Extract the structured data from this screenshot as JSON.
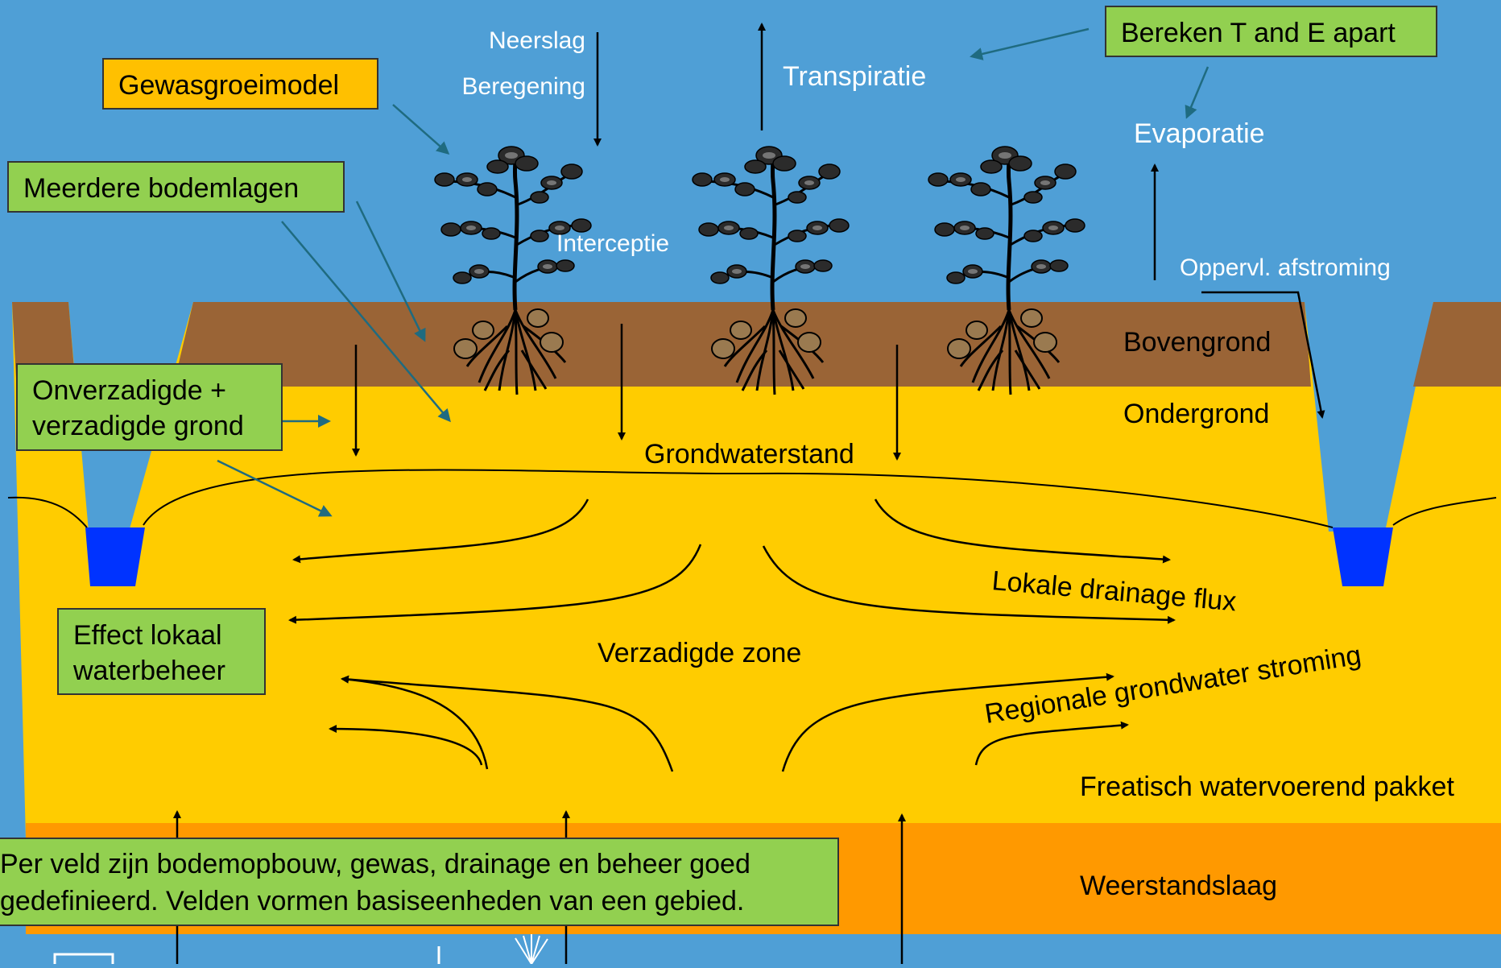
{
  "colors": {
    "sky": "#4f9fd6",
    "topsoil": "#9a6436",
    "subsoil": "#ffcc00",
    "resistance_layer": "#ff9900",
    "ditch_water": "#0000ff",
    "box_green": "#92d050",
    "box_orange": "#ffc000",
    "pointer_arrow": "#1f6b80"
  },
  "labels": {
    "neerslag": "Neerslag",
    "beregening": "Beregening",
    "transpiratie": "Transpiratie",
    "evaporatie": "Evaporatie",
    "interceptie": "Interceptie",
    "oppervl_afstroming": "Oppervl. afstroming",
    "bovengrond": "Bovengrond",
    "ondergrond": "Ondergrond",
    "grondwaterstand": "Grondwaterstand",
    "lokale_drainage": "Lokale drainage flux",
    "verzadigde_zone": "Verzadigde zone",
    "regionale_stroming": "Regionale grondwater stroming",
    "freatisch": "Freatisch watervoerend pakket",
    "weerstandslaag": "Weerstandslaag"
  },
  "boxes": {
    "gewasgroeimodel": "Gewasgroeimodel",
    "bereken_te": "Bereken T and E apart",
    "meerdere_bodemlagen": "Meerdere bodemlagen",
    "onverzadigde_line1": "Onverzadigde +",
    "onverzadigde_line2": "verzadigde grond",
    "effect_line1": "Effect lokaal",
    "effect_line2": "waterbeheer",
    "summary_line1": "Per veld zijn bodemopbouw, gewas, drainage en beheer goed",
    "summary_line2": "gedefinieerd. Velden vormen basiseenheden van een gebied."
  },
  "icons": [
    "potato-plant-icon",
    "wur-logo-icon",
    "fan-logo-icon"
  ]
}
